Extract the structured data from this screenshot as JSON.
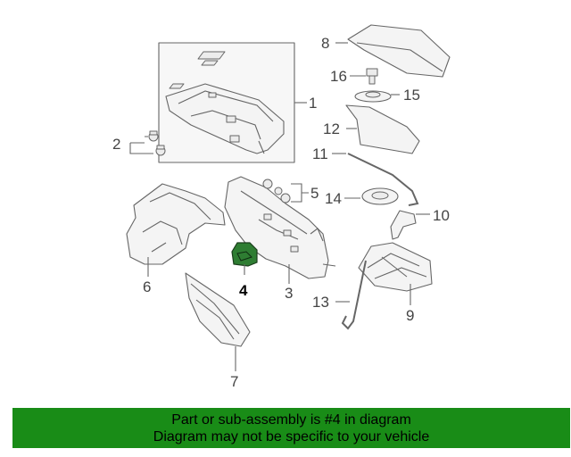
{
  "diagram": {
    "highlight_color": "#2e7d32",
    "callouts": [
      {
        "id": "1",
        "label": "1"
      },
      {
        "id": "2",
        "label": "2"
      },
      {
        "id": "3",
        "label": "3"
      },
      {
        "id": "4",
        "label": "4"
      },
      {
        "id": "5",
        "label": "5"
      },
      {
        "id": "6",
        "label": "6"
      },
      {
        "id": "7",
        "label": "7"
      },
      {
        "id": "8",
        "label": "8"
      },
      {
        "id": "9",
        "label": "9"
      },
      {
        "id": "10",
        "label": "10"
      },
      {
        "id": "11",
        "label": "11"
      },
      {
        "id": "12",
        "label": "12"
      },
      {
        "id": "13",
        "label": "13"
      },
      {
        "id": "14",
        "label": "14"
      },
      {
        "id": "15",
        "label": "15"
      },
      {
        "id": "16",
        "label": "16"
      }
    ]
  },
  "footer": {
    "line1": "Part or sub-assembly is #4 in diagram",
    "line2": "Diagram may not be specific to your vehicle",
    "background": "#198c17"
  }
}
